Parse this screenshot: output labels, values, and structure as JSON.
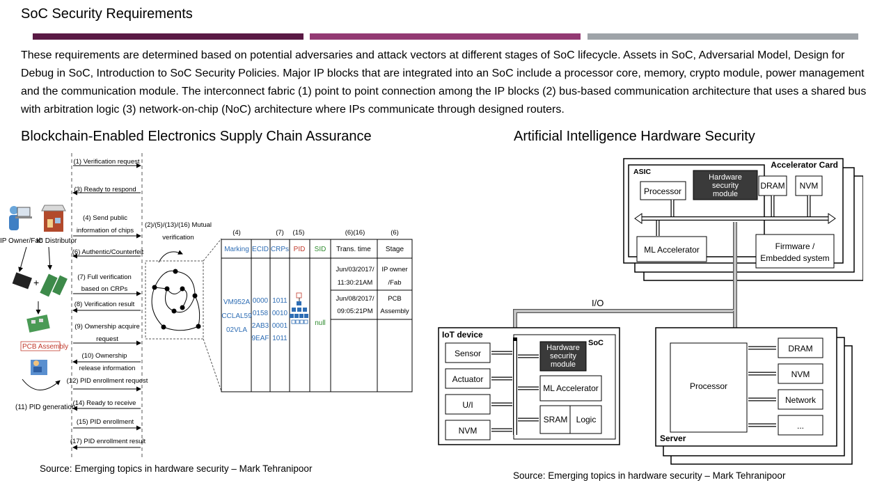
{
  "slide": {
    "title": "SoC Security Requirements",
    "intro": "These requirements are determined based on potential adversaries and attack vectors at different stages of SoC lifecycle. Assets in SoC, Adversarial Model, Design for Debug in SoC, Introduction to SoC Security Policies.  Major IP blocks that are integrated into an SoC include a processor core, memory, crypto module, power management and the communication module.  The interconnect fabric (1) point to point connection among the IP blocks (2) bus-based communication architecture that uses a shared bus with arbitration logic (3) network-on-chip (NoC) architecture where IPs communicate through designed routers.",
    "accent_colors": [
      "#5a1a45",
      "#933a73",
      "#9ea3a8"
    ]
  },
  "left": {
    "heading": "Blockchain-Enabled Electronics Supply Chain Assurance",
    "source": "Source: Emerging topics in hardware security – Mark Tehranipoor",
    "actors": {
      "ip_owner": "IP Owner/Fab",
      "ic_distributor": "IC Distributor",
      "pcb_assembly": "PCB Assembly",
      "pid_generation": "(11) PID generation"
    },
    "messages": [
      "(1) Verification request",
      "(3) Ready to respond",
      "(4) Send public",
      "information of chips",
      "(6) Authentic/Counterfeit",
      "(7) Full verification",
      "based on CRPs",
      "(8) Verification result",
      "(9) Ownership acquire",
      "request",
      "(10) Ownership",
      "release information",
      "(12) PID enrollment request",
      "(14) Ready to receive",
      "(15) PID enrollment",
      "(17) PID enrollment result"
    ],
    "mutual_label": [
      "(2)/(5)/(13)/(16) Mutual",
      "verification"
    ],
    "table": {
      "numbers": [
        "(4)",
        "(7)",
        "(15)",
        "(6)(16)",
        "(6)"
      ],
      "headers": [
        "Marking",
        "ECID",
        "CRPs",
        "PID",
        "SID",
        "Trans. time",
        "Stage"
      ],
      "header_colors": [
        "#2e6db4",
        "#2e6db4",
        "#2e6db4",
        "#c0392b",
        "#2e8b2e",
        "#000000",
        "#000000"
      ],
      "marking": [
        "VM952A",
        "CCLAL59",
        "02VLA"
      ],
      "ecid": [
        "0000",
        "0158",
        "2AB3",
        "9EAF"
      ],
      "crps": [
        "1011",
        "0010",
        "0001",
        "1011"
      ],
      "sid": "null",
      "rows": [
        {
          "time": [
            "Jun/03/2017/",
            "11:30:21AM"
          ],
          "stage": [
            "IP owner",
            "/Fab"
          ]
        },
        {
          "time": [
            "Jun/08/2017/",
            "09:05:21PM"
          ],
          "stage": [
            "PCB",
            "Assembly"
          ]
        }
      ]
    }
  },
  "right": {
    "heading": "Artificial Intelligence Hardware Security",
    "source": "Source: Emerging topics in hardware security – Mark Tehranipoor",
    "accelerator": {
      "asic": "ASIC",
      "title": "Accelerator Card",
      "processor": "Processor",
      "hsm": [
        "Hardware",
        "security",
        "module"
      ],
      "dram": "DRAM",
      "nvm": "NVM",
      "ml": "ML Accelerator",
      "firmware": [
        "Firmware /",
        "Embedded system"
      ]
    },
    "io_label": "I/O",
    "iot": {
      "title": "IoT device",
      "soc": "SoC",
      "peripherals": [
        "Sensor",
        "Actuator",
        "U/I",
        "NVM"
      ],
      "hsm": [
        "Hardware",
        "security",
        "module"
      ],
      "ml": "ML Accelerator",
      "sram": "SRAM",
      "logic": "Logic"
    },
    "server": {
      "title": "Server",
      "processor": "Processor",
      "items": [
        "DRAM",
        "NVM",
        "Network",
        "..."
      ]
    }
  }
}
